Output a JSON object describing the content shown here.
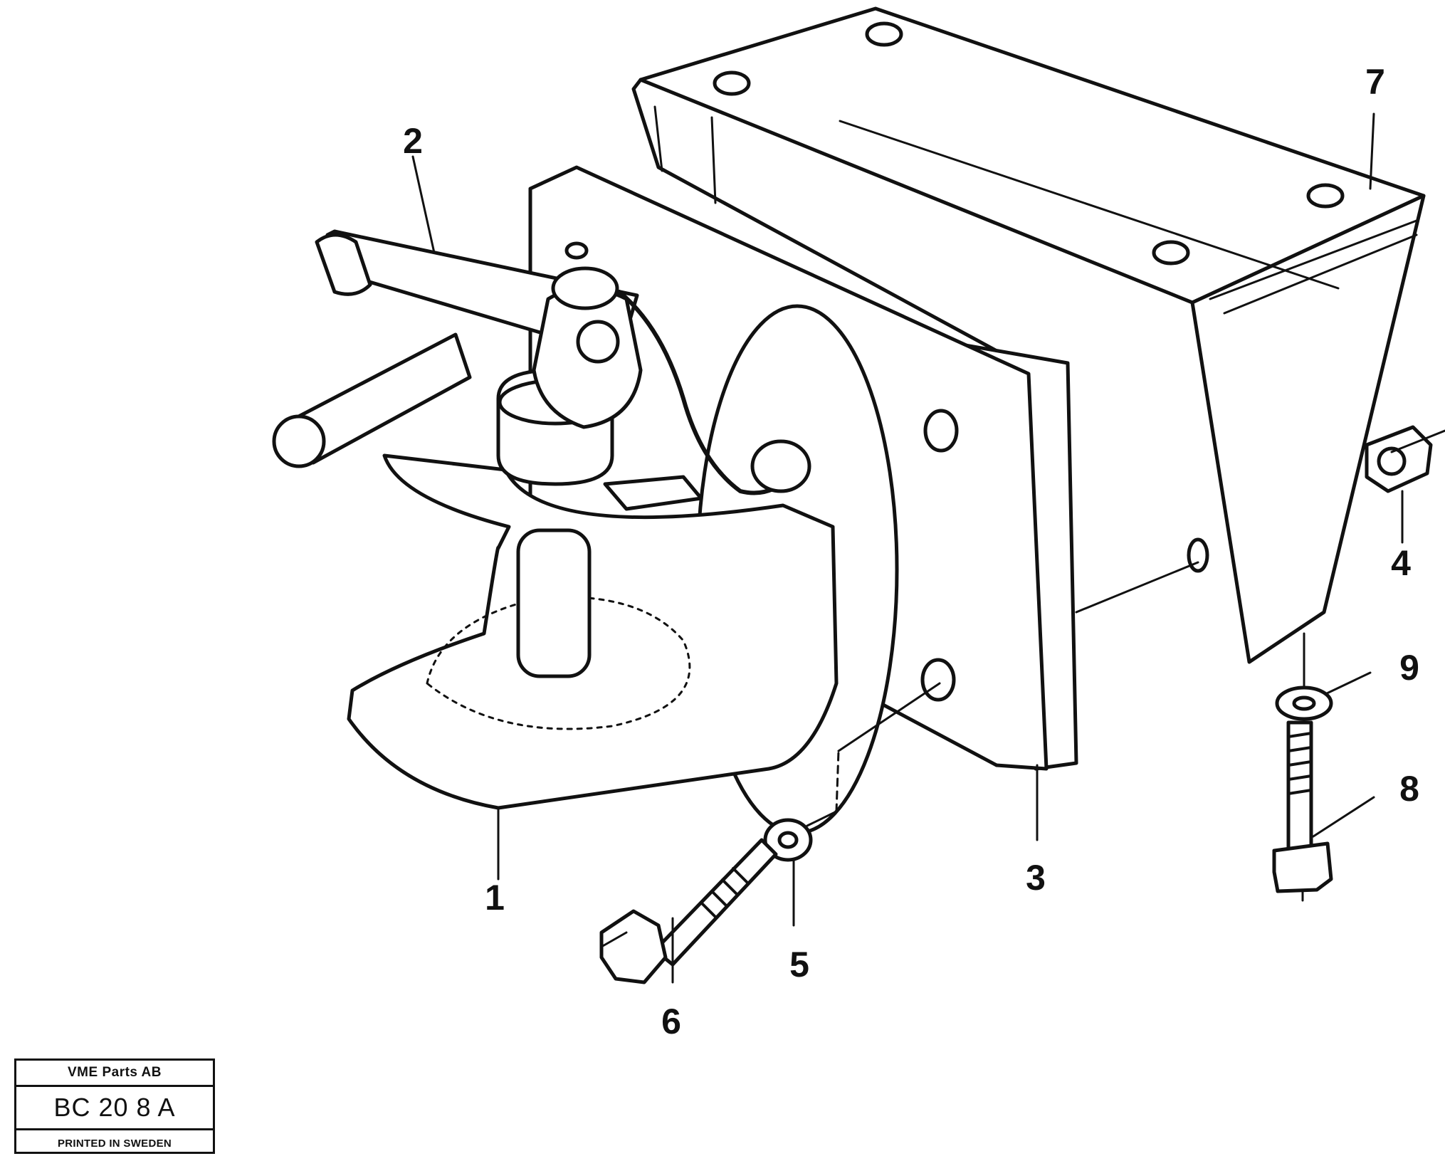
{
  "callouts": {
    "c1": "1",
    "c2": "2",
    "c3": "3",
    "c4": "4",
    "c5": "5",
    "c6": "6",
    "c7": "7",
    "c8": "8",
    "c9": "9"
  },
  "title_block": {
    "company": "VME Parts AB",
    "code": "BC 20 8 A",
    "footer": "PRINTED IN SWEDEN"
  }
}
